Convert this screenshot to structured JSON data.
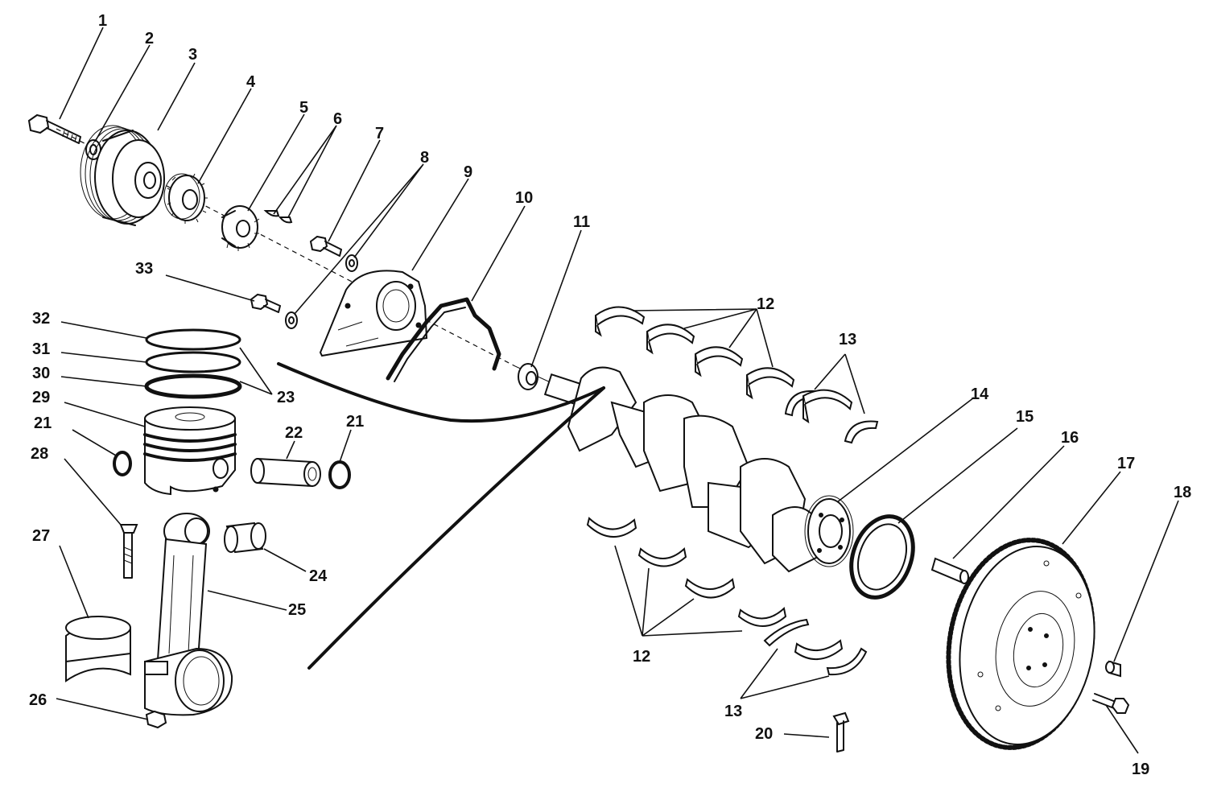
{
  "diagram": {
    "callouts": [
      {
        "id": "c1",
        "text": "1"
      },
      {
        "id": "c2",
        "text": "2"
      },
      {
        "id": "c3",
        "text": "3"
      },
      {
        "id": "c4",
        "text": "4"
      },
      {
        "id": "c5",
        "text": "5"
      },
      {
        "id": "c6",
        "text": "6"
      },
      {
        "id": "c7",
        "text": "7"
      },
      {
        "id": "c8",
        "text": "8"
      },
      {
        "id": "c9",
        "text": "9"
      },
      {
        "id": "c10",
        "text": "10"
      },
      {
        "id": "c11",
        "text": "11"
      },
      {
        "id": "c12a",
        "text": "12"
      },
      {
        "id": "c13a",
        "text": "13"
      },
      {
        "id": "c14",
        "text": "14"
      },
      {
        "id": "c15",
        "text": "15"
      },
      {
        "id": "c16",
        "text": "16"
      },
      {
        "id": "c17",
        "text": "17"
      },
      {
        "id": "c18",
        "text": "18"
      },
      {
        "id": "c19",
        "text": "19"
      },
      {
        "id": "c20",
        "text": "20"
      },
      {
        "id": "c21a",
        "text": "21"
      },
      {
        "id": "c21b",
        "text": "21"
      },
      {
        "id": "c22",
        "text": "22"
      },
      {
        "id": "c23",
        "text": "23"
      },
      {
        "id": "c24",
        "text": "24"
      },
      {
        "id": "c25",
        "text": "25"
      },
      {
        "id": "c26",
        "text": "26"
      },
      {
        "id": "c27",
        "text": "27"
      },
      {
        "id": "c28",
        "text": "28"
      },
      {
        "id": "c29",
        "text": "29"
      },
      {
        "id": "c30",
        "text": "30"
      },
      {
        "id": "c31",
        "text": "31"
      },
      {
        "id": "c32",
        "text": "32"
      },
      {
        "id": "c33",
        "text": "33"
      },
      {
        "id": "c12b",
        "text": "12"
      },
      {
        "id": "c13b",
        "text": "13"
      }
    ],
    "colors": {
      "ink": "#111111",
      "paper": "#ffffff"
    }
  }
}
